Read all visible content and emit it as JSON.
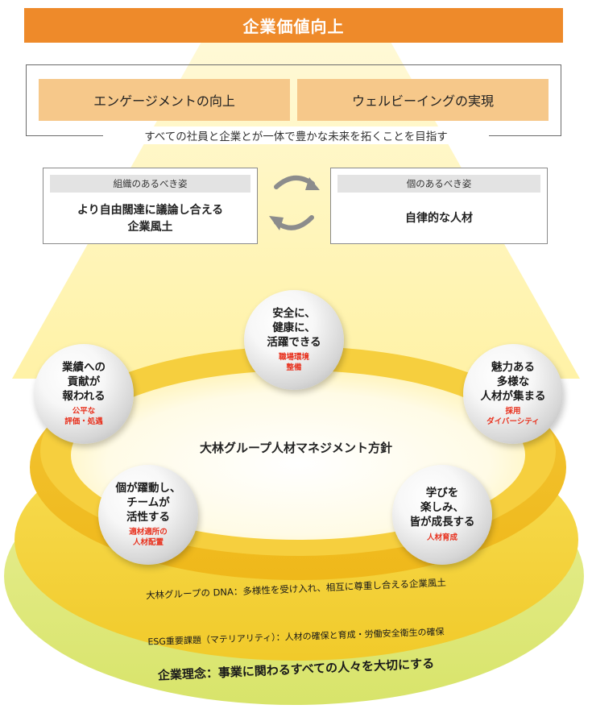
{
  "header": {
    "title": "企業価値向上"
  },
  "goals": {
    "left": "エンゲージメントの向上",
    "right": "ウェルビーイングの実現",
    "tagline": "すべての社員と企業とが一体で豊かな未来を拓くことを目指す"
  },
  "ideals": {
    "organization": {
      "caption": "組織のあるべき姿",
      "text": "より自由闊達に議論し合える\n企業風土"
    },
    "individual": {
      "caption": "個のあるべき姿",
      "text": "自律的な人材"
    }
  },
  "policy": {
    "title": "大林グループ人材マネジメント方針"
  },
  "pillars": {
    "safety": {
      "main": "安全に、\n健康に、\n活躍できる",
      "sub": "職場環境\n整備"
    },
    "attract": {
      "main": "魅力ある\n多様な\n人材が集まる",
      "sub": "採用\nダイバーシティ"
    },
    "learn": {
      "main": "学びを\n楽しみ、\n皆が成長する",
      "sub": "人材育成"
    },
    "active": {
      "main": "個が躍動し、\nチームが\n活性する",
      "sub": "適材適所の\n人材配置"
    },
    "reward": {
      "main": "業績への\n貢献が\n報われる",
      "sub": "公平な\n評価・処遇"
    }
  },
  "bands": {
    "dna": "大林グループの DNA：多様性を受け入れ、相互に尊重し合える企業風土",
    "esg": "ESG重要課題（マテリアリティ）：人材の確保と育成・労働安全衛生の確保",
    "philosophy": "企業理念：事業に関わるすべての人々を大切にする"
  },
  "colors": {
    "header": "#ee8a2a",
    "goal_box": "#f6c88a",
    "accent_red": "#e8321f",
    "ring_gold": "#f2bf1c",
    "ring_lime": "#dfe87a"
  },
  "icons": [
    "cycle-arrows-icon"
  ]
}
